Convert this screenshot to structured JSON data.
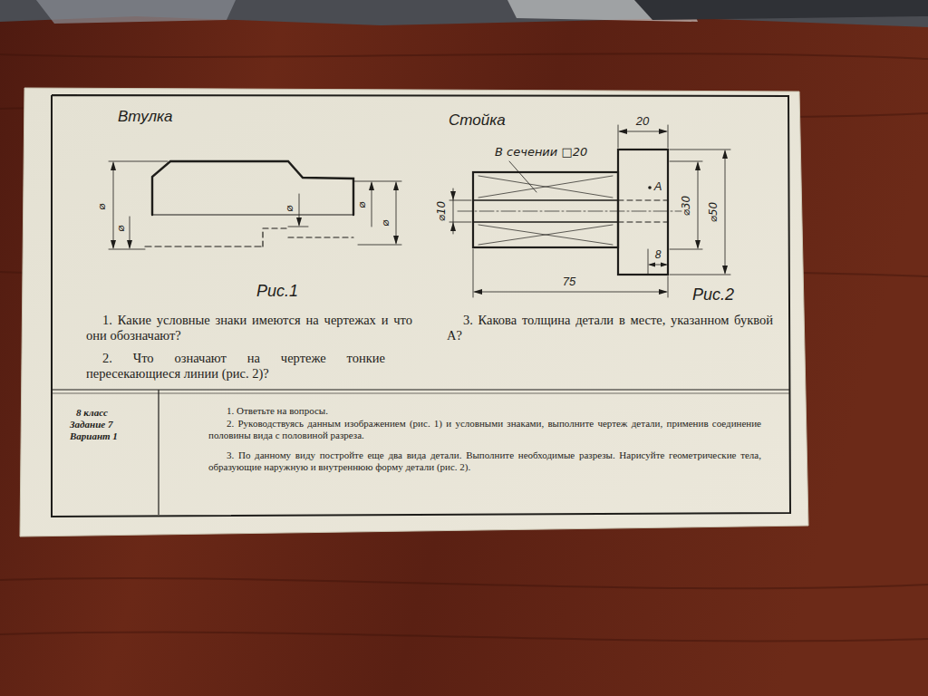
{
  "diagram": {
    "labels": [
      "Втулка",
      "⌀",
      "⌀",
      "⌀",
      "⌀",
      "⌀",
      "Рис.1",
      "Стойка",
      "В сечении □20",
      "20",
      "⌀10",
      "A",
      "⌀30",
      "⌀50",
      "8",
      "75",
      "Рис.2",
      "1. Какие условные знаки имеются на чертежах и что они обозначают?",
      "2. Что означают на чертеже тонкие пересекающиеся линии (рис. 2)?",
      "3. Какова толщина детали в месте, указанном буквой А?",
      "8 класс",
      "Задание 7",
      "Вариант 1",
      "1. Ответьте на вопросы.",
      "2. Руководствуясь данным изображением (рис. 1) и условными знаками, выполните чертеж детали, применив соединение половины вида с половиной разреза.",
      "3. По данному виду постройте еще два вида детали. Выполните необходимые разрезы. Нарисуйте геометрические тела, образующие наружную и внутреннюю форму детали (рис. 2)."
    ]
  }
}
